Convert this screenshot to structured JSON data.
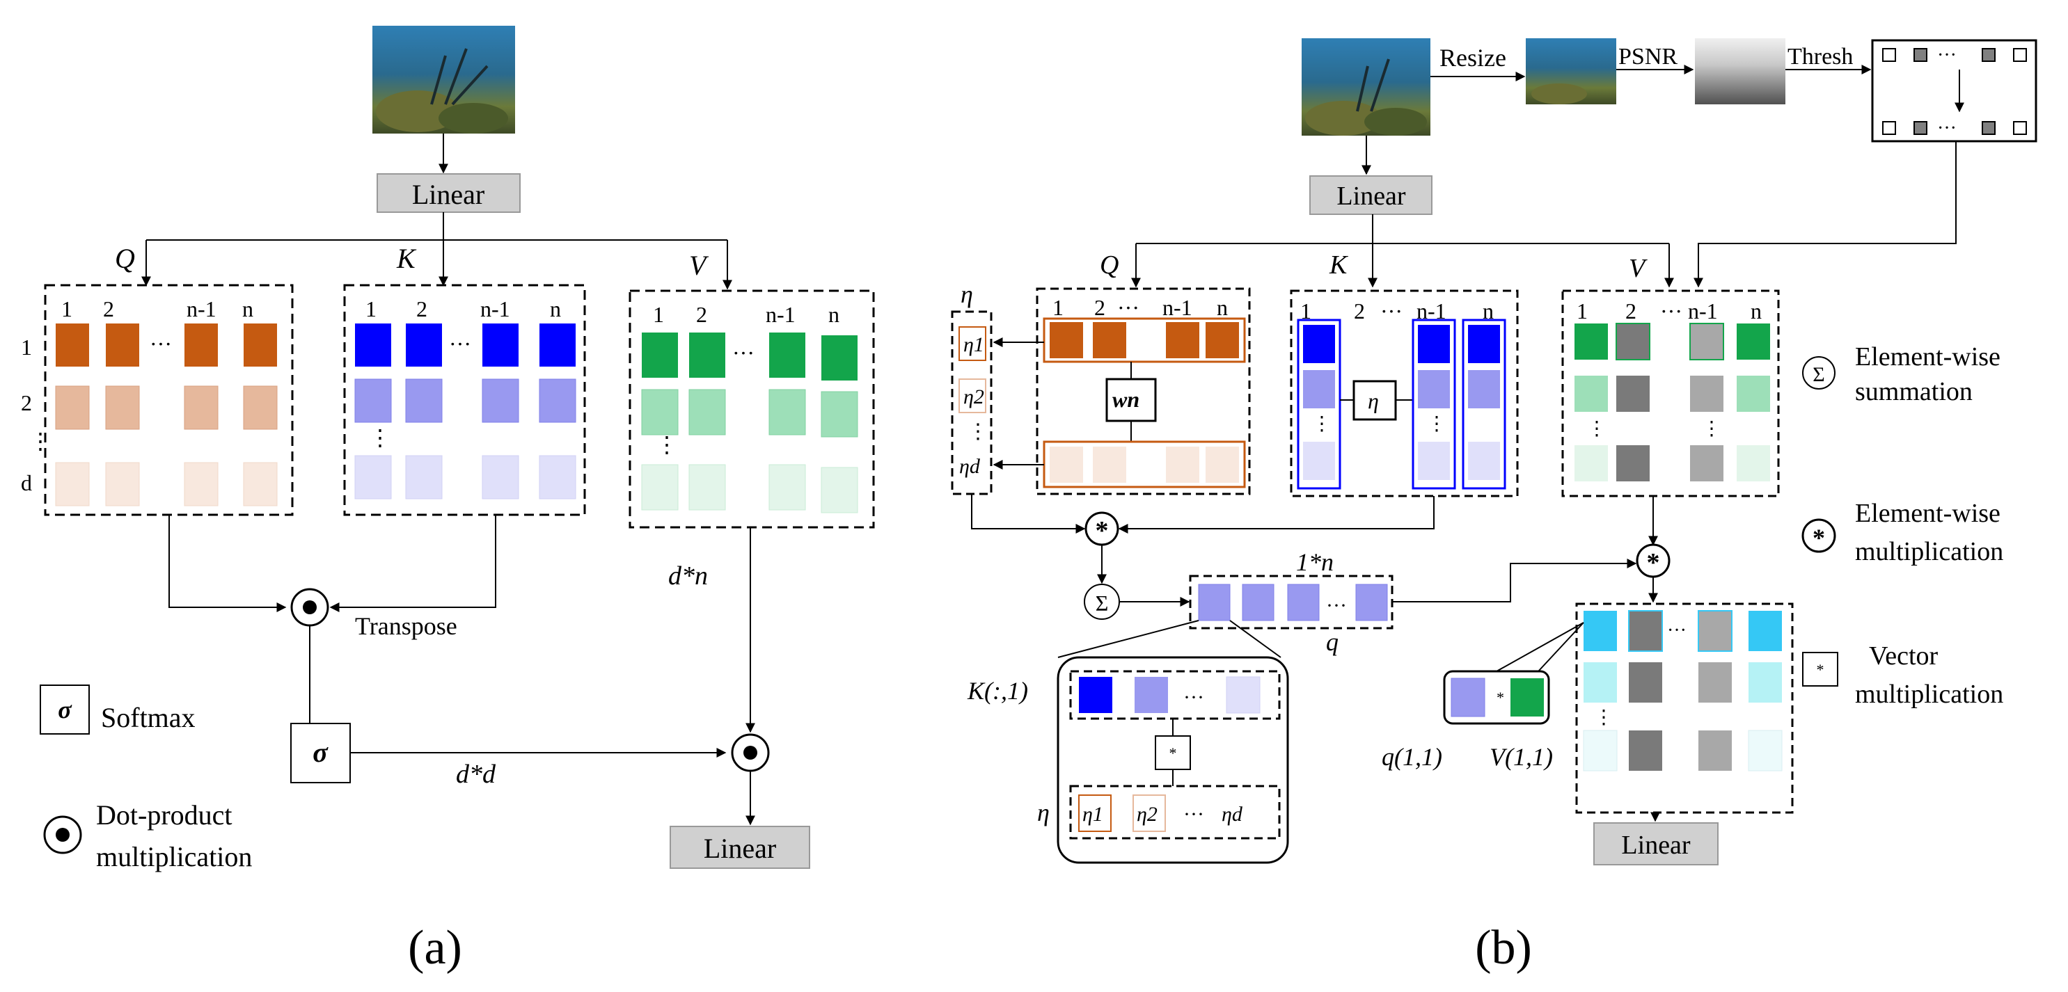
{
  "panel_a": {
    "linear_label": "Linear",
    "q_label": "Q",
    "k_label": "K",
    "v_label": "V",
    "col_labels": [
      "1",
      "2",
      "···",
      "n-1",
      "n"
    ],
    "row_labels": [
      "1",
      "2",
      "⋮",
      "d"
    ],
    "transpose_label": "Transpose",
    "dn_label": "d*n",
    "dd_label": "d*d",
    "sigma_symbol": "σ",
    "softmax_legend": "Softmax",
    "dot_legend_line1": "Dot-product",
    "dot_legend_line2": "multiplication",
    "output_label": "Linear",
    "caption": "(a)"
  },
  "panel_b": {
    "linear_label": "Linear",
    "resize_label": "Resize",
    "psnr_label": "PSNR",
    "thresh_label": "Thresh",
    "q_label": "Q",
    "k_label": "K",
    "v_label": "V",
    "eta_label": "η",
    "eta_items": [
      "η1",
      "η2",
      "⋮",
      "ηd"
    ],
    "col_labels": [
      "1",
      "2",
      "···",
      "n-1",
      "n"
    ],
    "wn_label": "wn",
    "eta_box_label": "η",
    "vec_label": "1*n",
    "q_small": "q",
    "k_col_label": "K(:,1)",
    "eta_row_label": "η",
    "eta_row_items": [
      "η1",
      "η2",
      "···",
      "ηd"
    ],
    "q11_label": "q(1,1)",
    "v11_label": "V(1,1)",
    "star": "*",
    "sum_symbol": "Σ",
    "legend_sum_line1": "Element-wise",
    "legend_sum_line2": "summation",
    "legend_mul_line1": "Element-wise",
    "legend_mul_line2": "multiplication",
    "legend_vec_line1": "Vector",
    "legend_vec_line2": "multiplication",
    "output_label": "Linear",
    "caption": "(b)"
  },
  "colors": {
    "q_dark": "#c55a11",
    "q_mid": "#e6b89c",
    "q_light": "#f8e8de",
    "k_dark": "#0000ff",
    "k_mid": "#9999f0",
    "k_light": "#e0e0fa",
    "v_dark": "#13a54b",
    "v_mid": "#9ddfb8",
    "v_light": "#e3f5ea",
    "gray_box": "#d0d0d0",
    "cyan": "#35c8f5",
    "cyan_mid": "#b5f2f5",
    "gray_dark": "#7a7a7a",
    "gray_mid": "#a8a8a8"
  }
}
